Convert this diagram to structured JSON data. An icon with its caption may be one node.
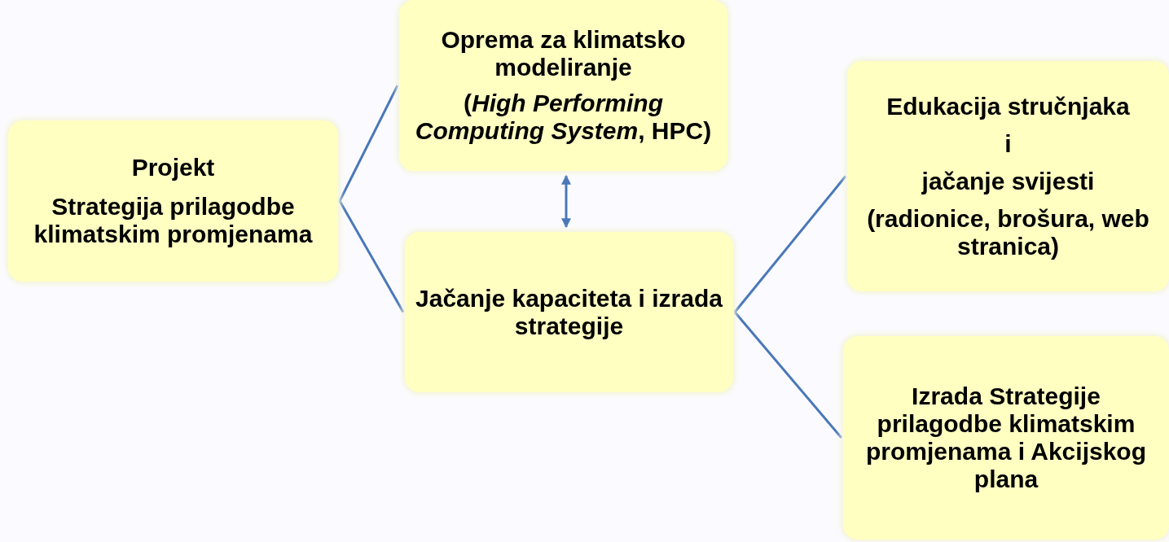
{
  "diagram": {
    "nodes": [
      {
        "text": [
          "Projekt",
          "Strategija prilagodbe klimatskim promjenama"
        ]
      },
      {
        "text": [
          "Oprema za klimatsko modeliranje",
          "(*High Performing Computing System*, HPC)"
        ]
      },
      {
        "text": [
          "Jačanje kapaciteta i izrada strategije"
        ]
      },
      {
        "text": [
          "Edukacija stručnjaka",
          "i",
          "jačanje svijesti",
          "(radionice, brošura, web stranica)"
        ]
      },
      {
        "text": [
          "Izrada Strategije prilagodbe klimatskim promjenama i Akcijskog plana"
        ]
      }
    ],
    "edges": [
      {
        "from": 0,
        "to": 1,
        "arrow": "none"
      },
      {
        "from": 0,
        "to": 2,
        "arrow": "none"
      },
      {
        "from": 1,
        "to": 2,
        "arrow": "both"
      },
      {
        "from": 2,
        "to": 3,
        "arrow": "none"
      },
      {
        "from": 2,
        "to": 4,
        "arrow": "none"
      }
    ]
  }
}
